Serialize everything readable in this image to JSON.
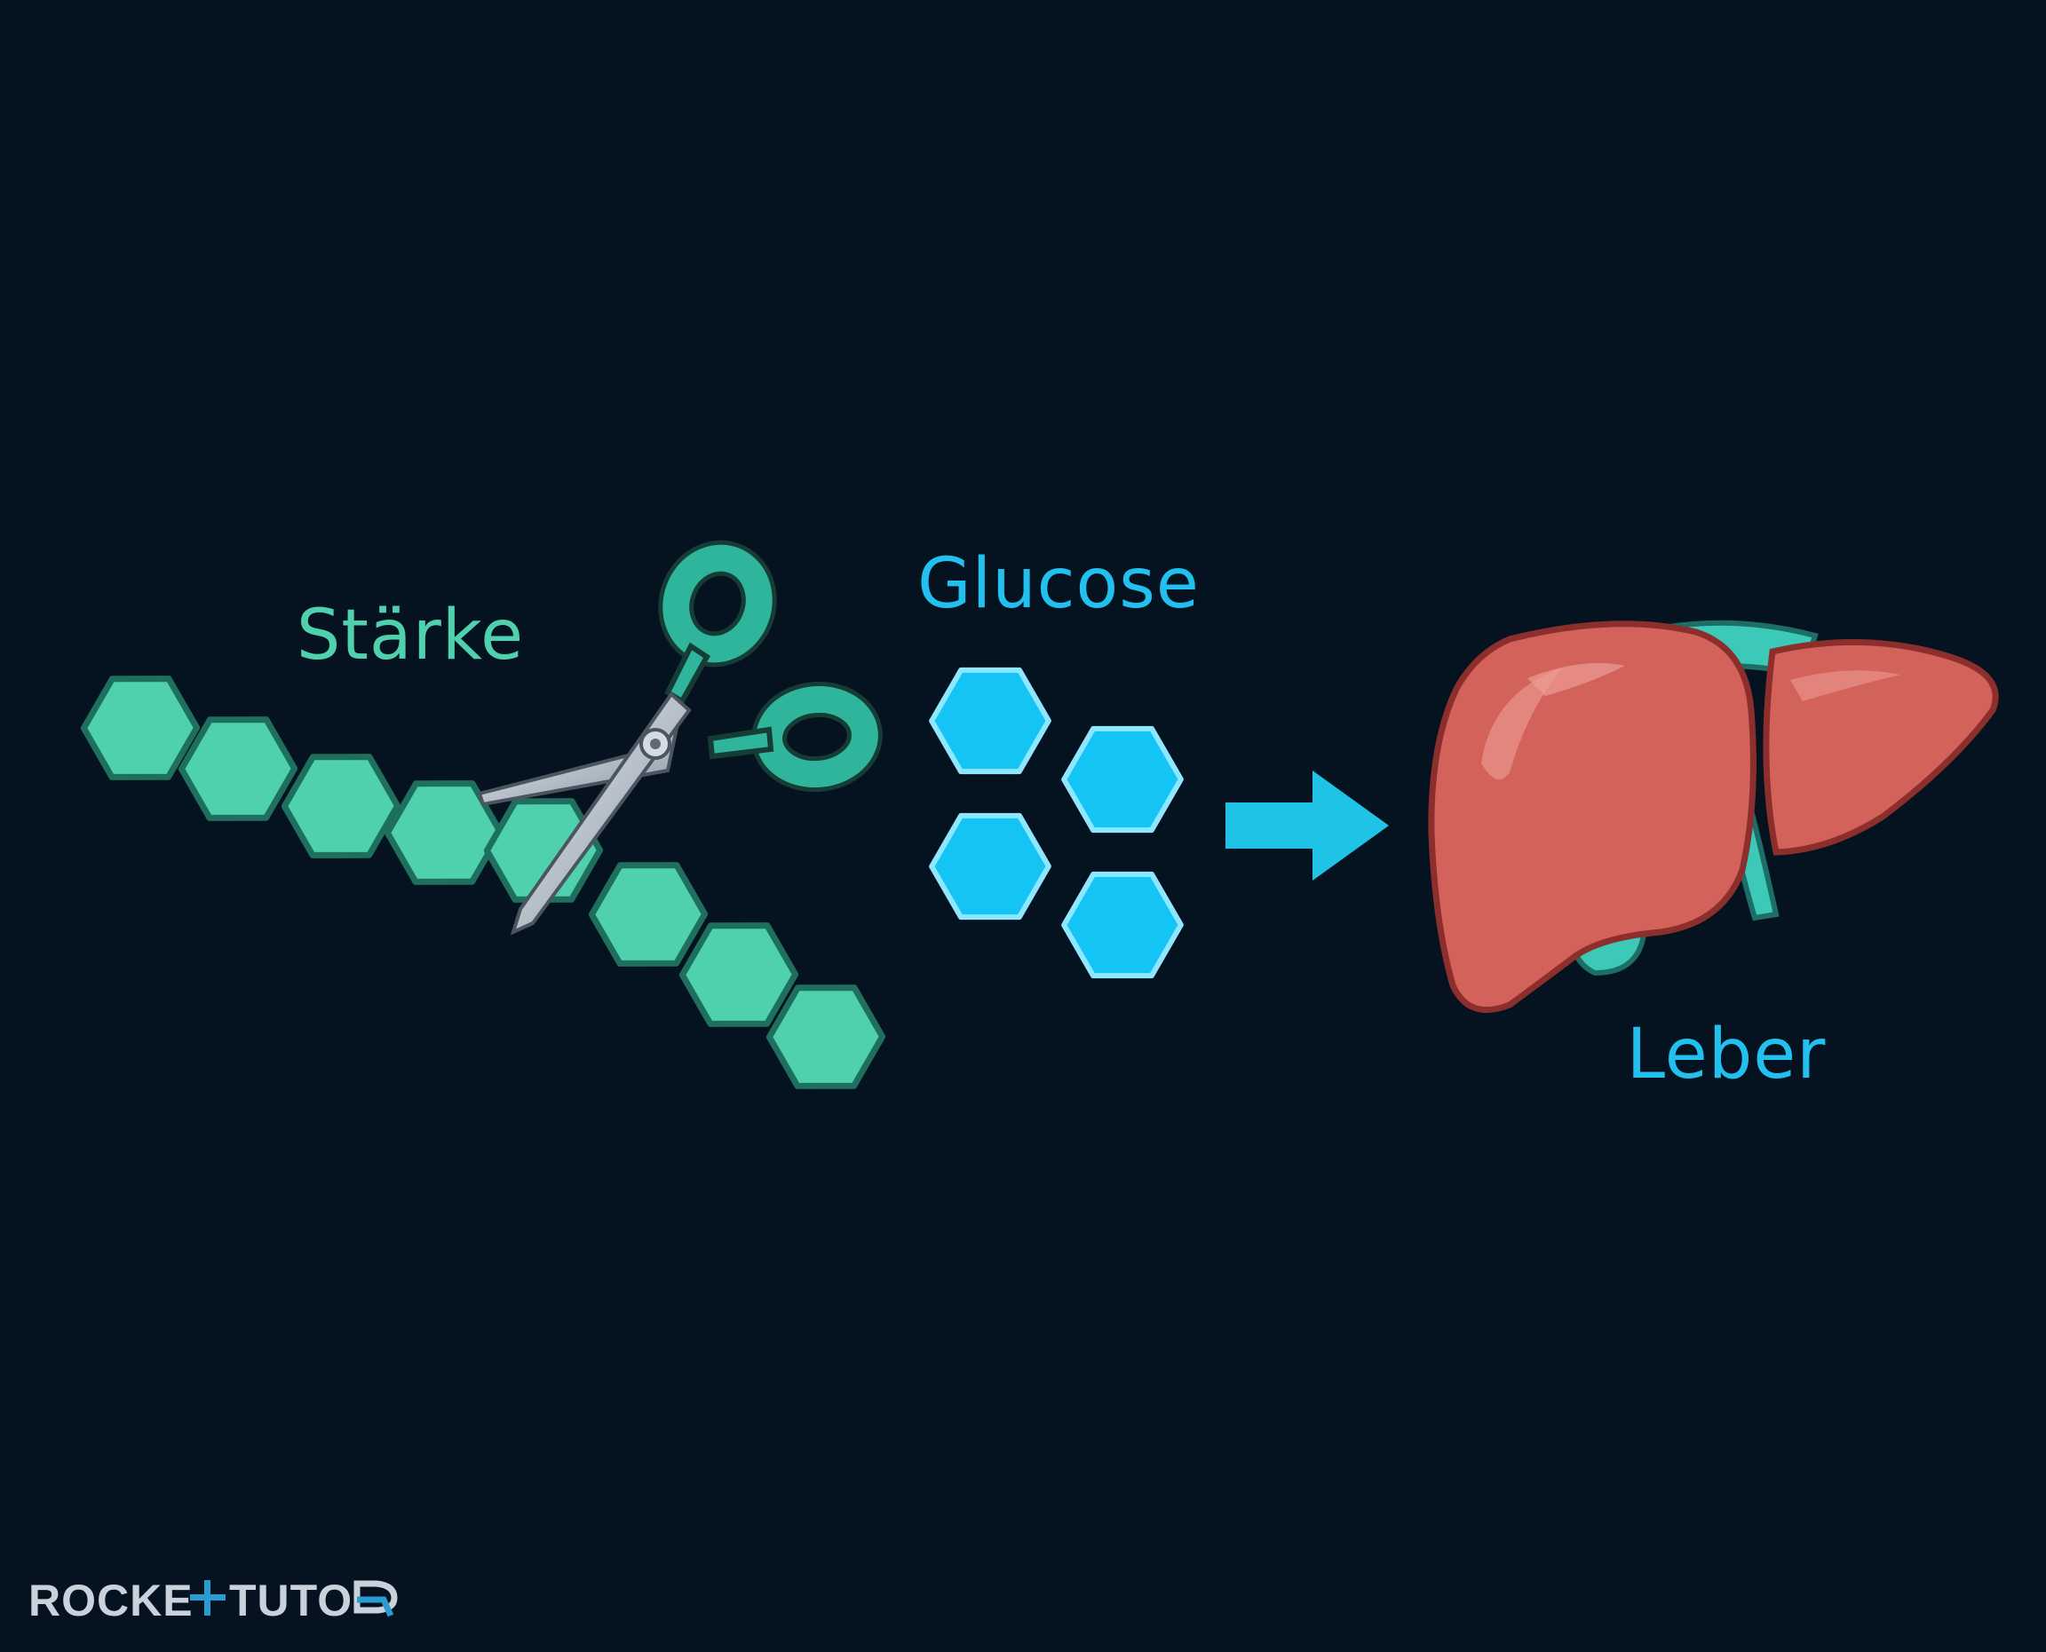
{
  "labels": {
    "starch": "Stärke",
    "glucose": "Glucose",
    "liver": "Leber"
  },
  "logo": {
    "part1": "ROCKE",
    "part2": "TUTO",
    "icons": [
      "plus-t-glyph",
      "arrow-r-glyph"
    ]
  },
  "colors": {
    "background": "#04131f",
    "starch": "#4fd1ae",
    "starch_outline": "#1f6f5e",
    "glucose": "#14c4f5",
    "glucose_outline": "#8fe7ff",
    "glucose_label": "#22c0ee",
    "liver": "#d2625a",
    "liver_outline": "#8c2f2c",
    "scissors": "#2fb59c",
    "arrow": "#1fc3e6",
    "logo_text": "#c9d2da",
    "logo_accent": "#2b9bd4"
  },
  "icons": {
    "scissors": "scissors-icon",
    "arrow": "right-arrow-icon",
    "liver": "liver-icon"
  }
}
